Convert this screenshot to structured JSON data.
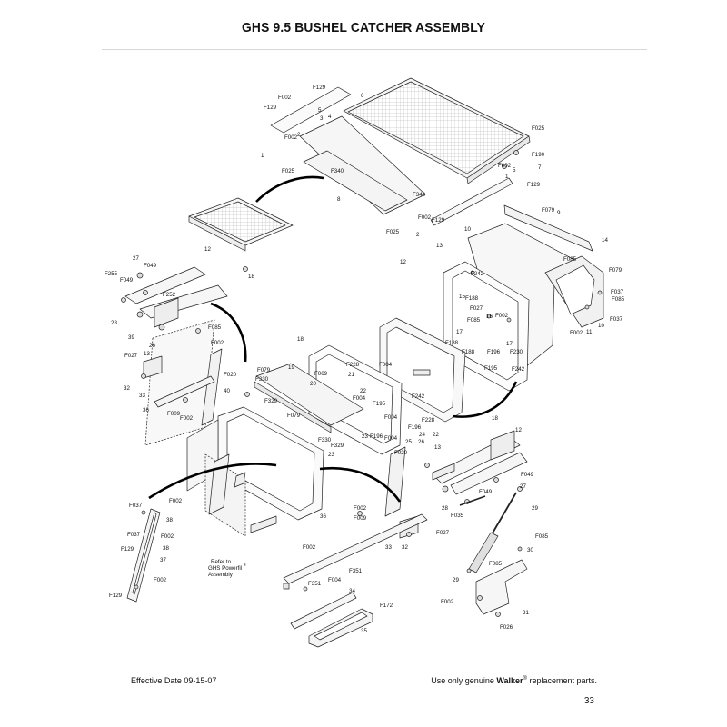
{
  "page": {
    "title": "GHS 9.5 BUSHEL CATCHER ASSEMBLY",
    "effective_date": "Effective Date 09-15-07",
    "genuine_prefix": "Use only genuine ",
    "brand": "Walker",
    "reg_mark": "®",
    "genuine_suffix": " replacement parts.",
    "page_number": "33"
  },
  "note": {
    "line1": "Refer to",
    "line2": "GHS Powerfil",
    "line3": "Assembly"
  },
  "callouts": [
    {
      "id": "c1",
      "text": "F129"
    },
    {
      "id": "c2",
      "text": "F002"
    },
    {
      "id": "c3",
      "text": "F129"
    },
    {
      "id": "c4",
      "text": "5"
    },
    {
      "id": "c5",
      "text": "6"
    },
    {
      "id": "c6",
      "text": "3"
    },
    {
      "id": "c7",
      "text": "4"
    },
    {
      "id": "c8",
      "text": "2"
    },
    {
      "id": "c9",
      "text": "F002"
    },
    {
      "id": "c10",
      "text": "1"
    },
    {
      "id": "c11",
      "text": "F025"
    },
    {
      "id": "c12",
      "text": "F340"
    },
    {
      "id": "c13",
      "text": "F025"
    },
    {
      "id": "c14",
      "text": "F190"
    },
    {
      "id": "c15",
      "text": "F002"
    },
    {
      "id": "c16",
      "text": "5"
    },
    {
      "id": "c17",
      "text": "7"
    },
    {
      "id": "c18",
      "text": "1"
    },
    {
      "id": "c19",
      "text": "F129"
    },
    {
      "id": "c20",
      "text": "8"
    },
    {
      "id": "c21",
      "text": "F340"
    },
    {
      "id": "c22",
      "text": "F002"
    },
    {
      "id": "c23",
      "text": "F129"
    },
    {
      "id": "c24",
      "text": "F025"
    },
    {
      "id": "c25",
      "text": "2"
    },
    {
      "id": "c26",
      "text": "F079"
    },
    {
      "id": "c27",
      "text": "9"
    },
    {
      "id": "c28",
      "text": "10"
    },
    {
      "id": "c29",
      "text": "13"
    },
    {
      "id": "c30",
      "text": "14"
    },
    {
      "id": "c31",
      "text": "F085"
    },
    {
      "id": "c32",
      "text": "F079"
    },
    {
      "id": "c33",
      "text": "12"
    },
    {
      "id": "c34",
      "text": "F242"
    },
    {
      "id": "c35",
      "text": "F037"
    },
    {
      "id": "c36",
      "text": "F085"
    },
    {
      "id": "c37",
      "text": "15"
    },
    {
      "id": "c38",
      "text": "F188"
    },
    {
      "id": "c39",
      "text": "F027"
    },
    {
      "id": "c40",
      "text": "16"
    },
    {
      "id": "c41",
      "text": "F002"
    },
    {
      "id": "c42",
      "text": "F085"
    },
    {
      "id": "c43",
      "text": "F002"
    },
    {
      "id": "c44",
      "text": "11"
    },
    {
      "id": "c45",
      "text": "10"
    },
    {
      "id": "c46",
      "text": "F037"
    },
    {
      "id": "c47",
      "text": "17"
    },
    {
      "id": "c48",
      "text": "17"
    },
    {
      "id": "c49",
      "text": "F188"
    },
    {
      "id": "c50",
      "text": "F196"
    },
    {
      "id": "c51",
      "text": "F188"
    },
    {
      "id": "c52",
      "text": "F230"
    },
    {
      "id": "c53",
      "text": "F242"
    },
    {
      "id": "c54",
      "text": "F195"
    },
    {
      "id": "c55",
      "text": "27"
    },
    {
      "id": "c56",
      "text": "F049"
    },
    {
      "id": "c57",
      "text": "12"
    },
    {
      "id": "c58",
      "text": "F255"
    },
    {
      "id": "c59",
      "text": "F049"
    },
    {
      "id": "c60",
      "text": "F252"
    },
    {
      "id": "c61",
      "text": "18"
    },
    {
      "id": "c62",
      "text": "28"
    },
    {
      "id": "c63",
      "text": "F085"
    },
    {
      "id": "c64",
      "text": "39"
    },
    {
      "id": "c65",
      "text": "26"
    },
    {
      "id": "c66",
      "text": "F002"
    },
    {
      "id": "c67",
      "text": "F027"
    },
    {
      "id": "c68",
      "text": "13"
    },
    {
      "id": "c69",
      "text": "32"
    },
    {
      "id": "c70",
      "text": "33"
    },
    {
      "id": "c71",
      "text": "F020"
    },
    {
      "id": "c72",
      "text": "40"
    },
    {
      "id": "c73",
      "text": "36"
    },
    {
      "id": "c74",
      "text": "F009"
    },
    {
      "id": "c75",
      "text": "F002"
    },
    {
      "id": "c76",
      "text": "18"
    },
    {
      "id": "c77",
      "text": "F228"
    },
    {
      "id": "c78",
      "text": "21"
    },
    {
      "id": "c79",
      "text": "F079"
    },
    {
      "id": "c80",
      "text": "F330"
    },
    {
      "id": "c81",
      "text": "19"
    },
    {
      "id": "c82",
      "text": "F069"
    },
    {
      "id": "c83",
      "text": "20"
    },
    {
      "id": "c84",
      "text": "F004"
    },
    {
      "id": "c85",
      "text": "22"
    },
    {
      "id": "c86",
      "text": "F004"
    },
    {
      "id": "c87",
      "text": "F195"
    },
    {
      "id": "c88",
      "text": "F242"
    },
    {
      "id": "c89",
      "text": "F329"
    },
    {
      "id": "c90",
      "text": "F079"
    },
    {
      "id": "c91",
      "text": "F004"
    },
    {
      "id": "c92",
      "text": "F228"
    },
    {
      "id": "c93",
      "text": "F196"
    },
    {
      "id": "c94",
      "text": "24"
    },
    {
      "id": "c95",
      "text": "22"
    },
    {
      "id": "c96",
      "text": "F330"
    },
    {
      "id": "c97",
      "text": "23"
    },
    {
      "id": "c98",
      "text": "F196"
    },
    {
      "id": "c99",
      "text": "F004"
    },
    {
      "id": "c100",
      "text": "25"
    },
    {
      "id": "c101",
      "text": "26"
    },
    {
      "id": "c102",
      "text": "F329"
    },
    {
      "id": "c103",
      "text": "23"
    },
    {
      "id": "c104",
      "text": "13"
    },
    {
      "id": "c105",
      "text": "F020"
    },
    {
      "id": "c106",
      "text": "18"
    },
    {
      "id": "c107",
      "text": "12"
    },
    {
      "id": "c108",
      "text": "F049"
    },
    {
      "id": "c109",
      "text": "27"
    },
    {
      "id": "c110",
      "text": "F049"
    },
    {
      "id": "c111",
      "text": "29"
    },
    {
      "id": "c112",
      "text": "28"
    },
    {
      "id": "c113",
      "text": "F035"
    },
    {
      "id": "c114",
      "text": "F002"
    },
    {
      "id": "c115",
      "text": "F009"
    },
    {
      "id": "c116",
      "text": "36"
    },
    {
      "id": "c117",
      "text": "F027"
    },
    {
      "id": "c118",
      "text": "33"
    },
    {
      "id": "c119",
      "text": "32"
    },
    {
      "id": "c120",
      "text": "F002"
    },
    {
      "id": "c121",
      "text": "F351"
    },
    {
      "id": "c122",
      "text": "F351"
    },
    {
      "id": "c123",
      "text": "F004"
    },
    {
      "id": "c124",
      "text": "34"
    },
    {
      "id": "c125",
      "text": "F172"
    },
    {
      "id": "c126",
      "text": "35"
    },
    {
      "id": "c127",
      "text": "30"
    },
    {
      "id": "c128",
      "text": "F085"
    },
    {
      "id": "c129",
      "text": "F085"
    },
    {
      "id": "c130",
      "text": "29"
    },
    {
      "id": "c131",
      "text": "31"
    },
    {
      "id": "c132",
      "text": "F002"
    },
    {
      "id": "c133",
      "text": "F026"
    },
    {
      "id": "c134",
      "text": "F037"
    },
    {
      "id": "c135",
      "text": "F002"
    },
    {
      "id": "c136",
      "text": "38"
    },
    {
      "id": "c137",
      "text": "F037"
    },
    {
      "id": "c138",
      "text": "F002"
    },
    {
      "id": "c139",
      "text": "F129"
    },
    {
      "id": "c140",
      "text": "38"
    },
    {
      "id": "c141",
      "text": "37"
    },
    {
      "id": "c142",
      "text": "F002"
    },
    {
      "id": "c143",
      "text": "F129"
    }
  ]
}
